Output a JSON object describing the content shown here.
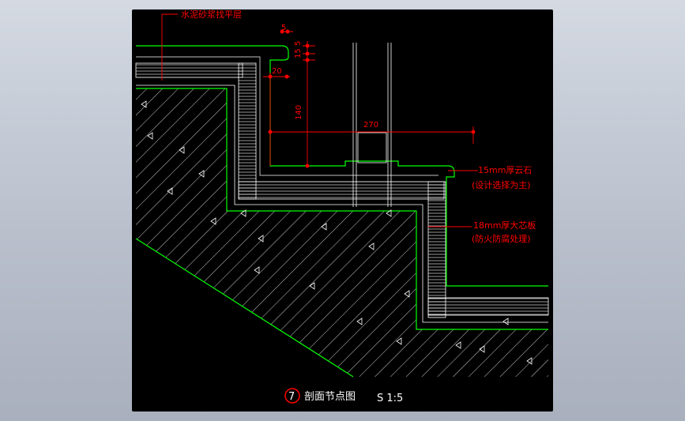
{
  "viewer": {
    "background": "#000000",
    "line_color_outline": "#00ff00",
    "line_color_detail": "#ffffff",
    "dimension_color": "#ff0000"
  },
  "annotations": {
    "top_left": "水泥砂浆找平层",
    "stone_line1": "15mm厚云石",
    "stone_line2": "(设计选择为主)",
    "board_line1": "18mm厚大芯板",
    "board_line2": "(防火防腐处理)"
  },
  "dimensions": {
    "d5": "5",
    "d15": "15",
    "d5b": "5",
    "d20": "20",
    "d140": "140",
    "d270": "270"
  },
  "title": {
    "number": "7",
    "text": "剖面节点图",
    "scale": "S 1:5"
  }
}
